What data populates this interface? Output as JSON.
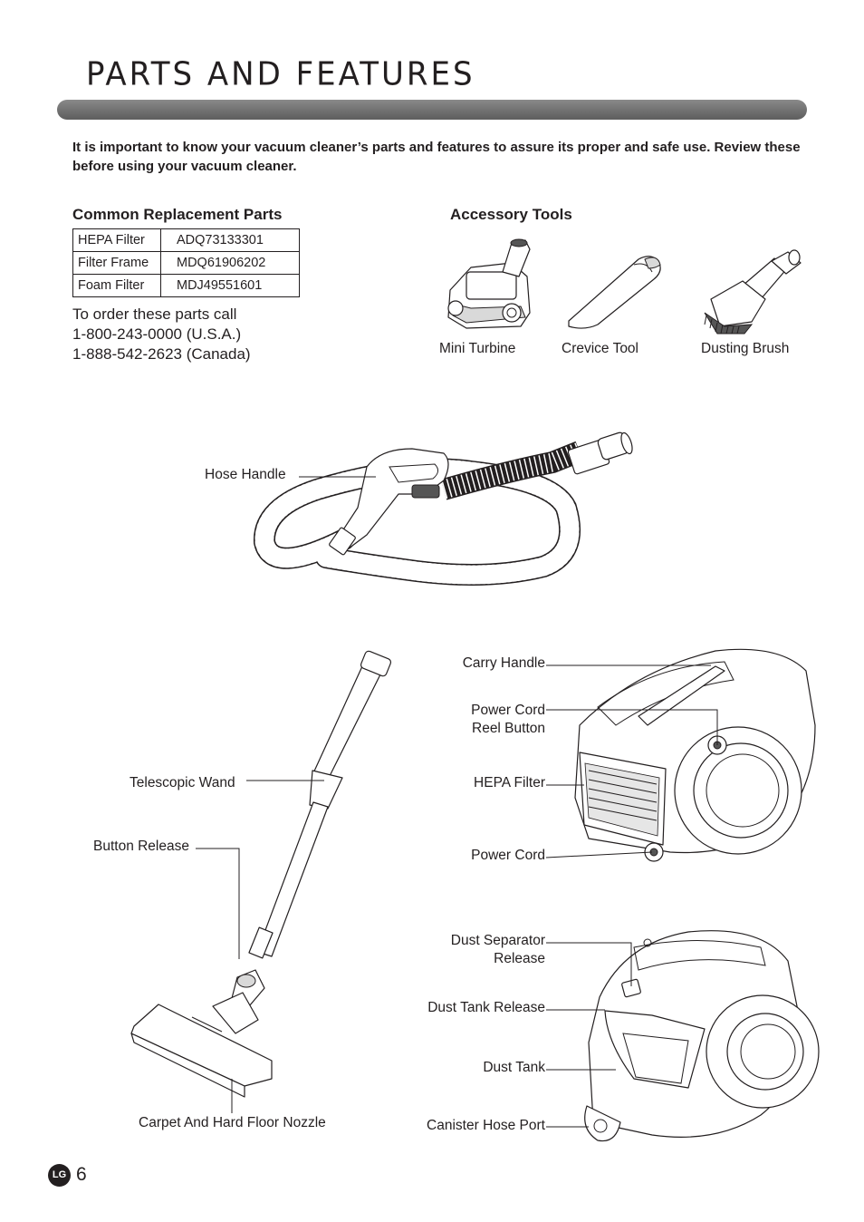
{
  "page": {
    "title": "PARTS AND FEATURES",
    "intro": "It is important to know your vacuum cleaner’s parts and features to assure its proper and safe use. Review these before using your vacuum cleaner.",
    "page_number": "6",
    "logo_text": "LG"
  },
  "replacement": {
    "heading": "Common Replacement Parts",
    "rows": [
      {
        "name": "HEPA Filter",
        "code": "ADQ73133301"
      },
      {
        "name": "Filter Frame",
        "code": "MDQ61906202"
      },
      {
        "name": "Foam Filter",
        "code": "MDJ49551601"
      }
    ],
    "order_line1": "To order these parts call",
    "order_line2": "1-800-243-0000 (U.S.A.)",
    "order_line3": "1-888-542-2623 (Canada)"
  },
  "accessories": {
    "heading": "Accessory Tools",
    "items": [
      "Mini Turbine",
      "Crevice Tool",
      "Dusting Brush"
    ]
  },
  "labels": {
    "hose_handle": "Hose Handle",
    "telescopic_wand": "Telescopic Wand",
    "button_release": "Button Release",
    "carpet_nozzle": "Carpet And Hard Floor Nozzle",
    "carry_handle": "Carry Handle",
    "power_cord_reel_1": "Power Cord",
    "power_cord_reel_2": "Reel Button",
    "hepa_filter": "HEPA Filter",
    "power_cord": "Power Cord",
    "dust_separator_1": "Dust Separator",
    "dust_separator_2": "Release",
    "dust_tank_release": "Dust Tank Release",
    "dust_tank": "Dust Tank",
    "canister_hose_port": "Canister Hose Port"
  }
}
